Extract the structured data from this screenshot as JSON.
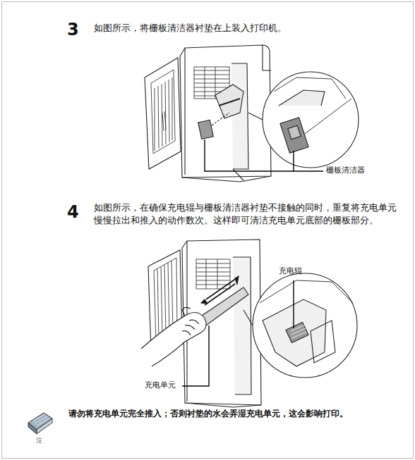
{
  "diagram": {
    "labels": [
      "3",
      "如图所示，将栅板清洁器衬垫在上装入打印机。",
      "栅板清洁器",
      "4",
      "如图所示，在确保充电辊与栅板清洁器衬垫不接触的同时，重复将充电单元慢慢拉出和推入的动作数次。这样即可清洁充电单元底部的栅板部分。",
      "充电辊",
      "充电单元",
      "请勿将充电单元完全推入；否则衬垫的水会弄湿充电单元，这会影响打印。",
      "注"
    ]
  }
}
